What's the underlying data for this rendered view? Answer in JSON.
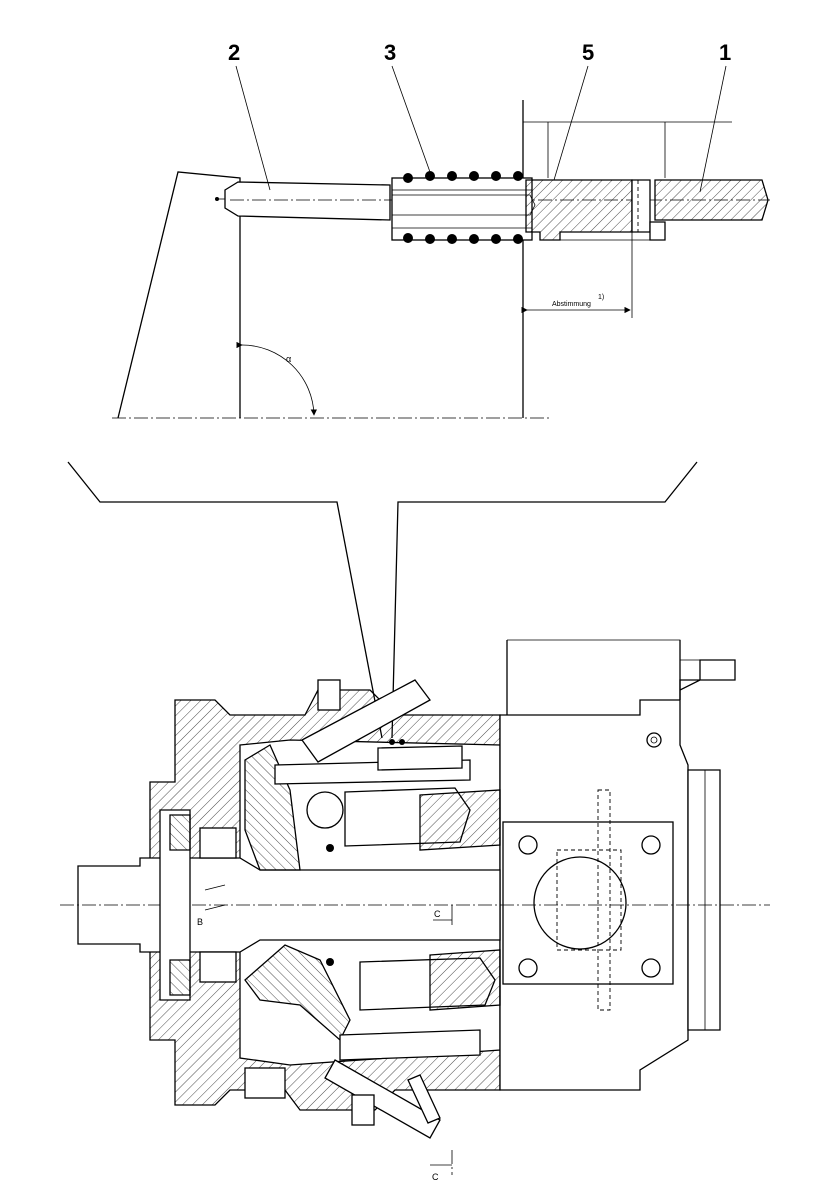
{
  "callouts": {
    "c1": "1",
    "c2": "2",
    "c3": "3",
    "c5": "5"
  },
  "annotations": {
    "adjustment_label": "Abstimmung",
    "adjustment_note": "1)",
    "angle_label": "α",
    "section_mark_a": "C",
    "section_mark_b": "C",
    "mark_b": "B"
  }
}
